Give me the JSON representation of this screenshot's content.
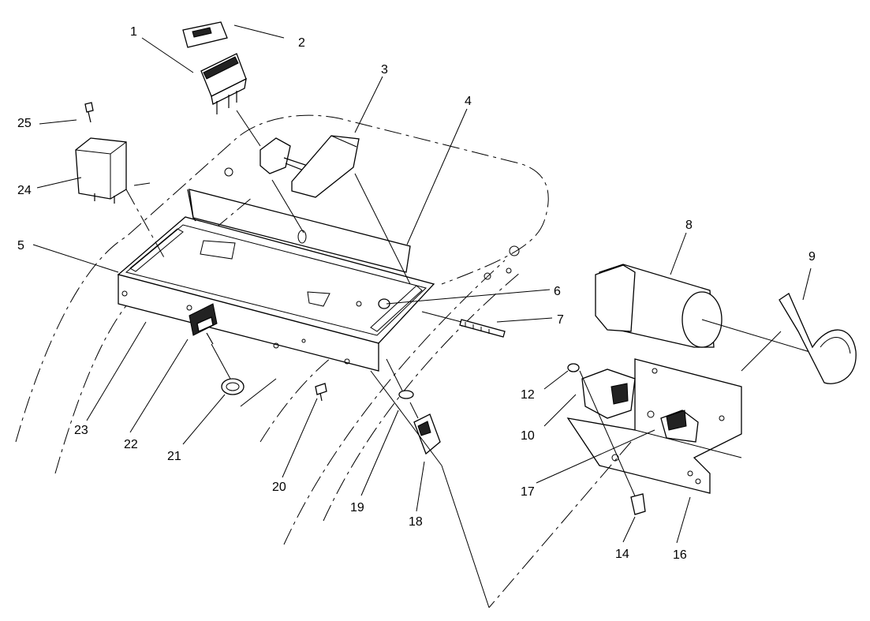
{
  "diagram": {
    "callouts": [
      "1",
      "2",
      "3",
      "4",
      "5",
      "6",
      "7",
      "8",
      "9",
      "10",
      "12",
      "14",
      "16",
      "17",
      "18",
      "19",
      "20",
      "21",
      "22",
      "23",
      "24",
      "25"
    ]
  }
}
